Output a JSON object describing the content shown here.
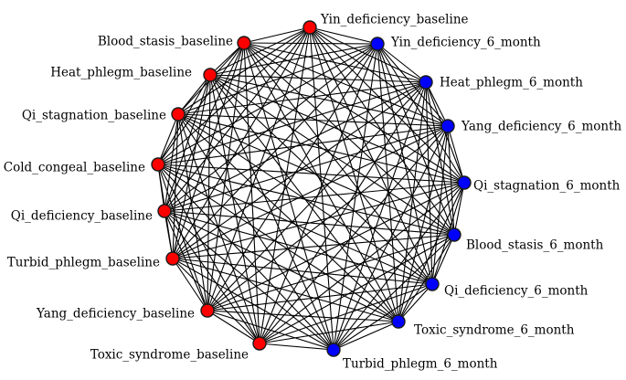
{
  "diagram": {
    "type": "network",
    "colors": {
      "baseline": "#ff0000",
      "six_month": "#0000ff",
      "edge": "#000000"
    },
    "nodes": [
      {
        "id": "yin_b",
        "label": "Yin_deficiency_baseline",
        "group": "baseline"
      },
      {
        "id": "yin_6",
        "label": "Yin_deficiency_6_month",
        "group": "six_month"
      },
      {
        "id": "heat_6",
        "label": "Heat_phlegm_6_month",
        "group": "six_month"
      },
      {
        "id": "yang_6",
        "label": "Yang_deficiency_6_month",
        "group": "six_month"
      },
      {
        "id": "qist_6",
        "label": "Qi_stagnation_6_month",
        "group": "six_month"
      },
      {
        "id": "blood_6",
        "label": "Blood_stasis_6_month",
        "group": "six_month"
      },
      {
        "id": "qidef_6",
        "label": "Qi_deficiency_6_month",
        "group": "six_month"
      },
      {
        "id": "toxic_6",
        "label": "Toxic_syndrome_6_month",
        "group": "six_month"
      },
      {
        "id": "turb_6",
        "label": "Turbid_phlegm_6_month",
        "group": "six_month"
      },
      {
        "id": "toxic_b",
        "label": "Toxic_syndrome_baseline",
        "group": "baseline"
      },
      {
        "id": "yang_b",
        "label": "Yang_deficiency_baseline",
        "group": "baseline"
      },
      {
        "id": "turb_b",
        "label": "Turbid_phlegm_baseline",
        "group": "baseline"
      },
      {
        "id": "qidef_b",
        "label": "Qi_deficiency_baseline",
        "group": "baseline"
      },
      {
        "id": "cold_b",
        "label": "Cold_congeal_baseline",
        "group": "baseline"
      },
      {
        "id": "qist_b",
        "label": "Qi_stagnation_baseline",
        "group": "baseline"
      },
      {
        "id": "heat_b",
        "label": "Heat_phlegm_baseline",
        "group": "baseline"
      },
      {
        "id": "blood_b",
        "label": "Blood_stasis_baseline",
        "group": "baseline"
      }
    ],
    "edges": "all-pairs"
  }
}
